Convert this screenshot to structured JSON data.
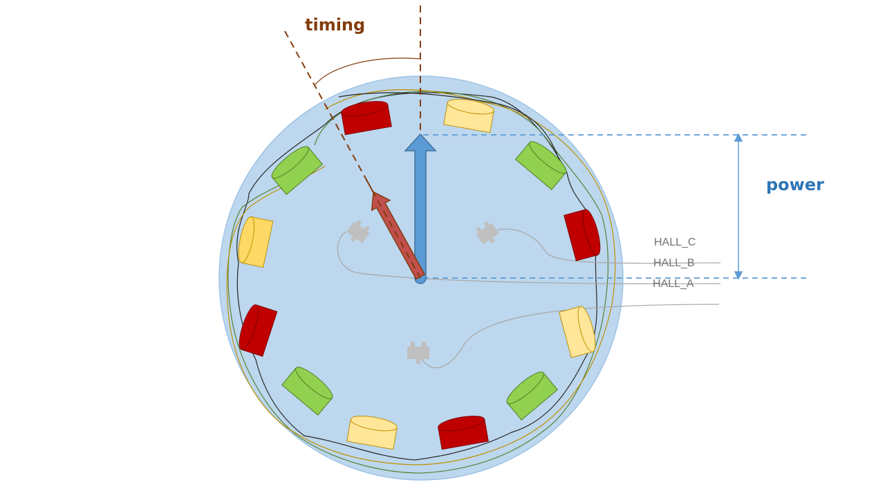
{
  "labels": {
    "timing": "timing",
    "power": "power",
    "hall_c": "HALL_C",
    "hall_b": "HALL_B",
    "hall_a": "HALL_A"
  },
  "colors": {
    "stator_fill": "#bdd7ee",
    "stator_edge": "#9dc3e6",
    "timing_color": "#843c0c",
    "power_color": "#2e75b6",
    "power_arrow": "#5b9bd5",
    "power_arrow_edge": "#41719c",
    "timing_arrow": "#c0504d",
    "timing_arrow_edge": "#843c0c",
    "hall_text": "#767171",
    "sensor": "#bfbfbf",
    "coil_red": "#c00000",
    "coil_red_dark": "#7f0000",
    "coil_green": "#92d050",
    "coil_green_dark": "#4e7f23",
    "coil_yellow": "#ffe699",
    "coil_yellow_deep": "#ffd966",
    "coil_yellow_edge": "#bf9000",
    "wire_black": "#262626",
    "wire_green": "#548235",
    "wire_gold": "#bf9000",
    "wire_gray": "#a6a6a6"
  },
  "icons": [
    "coil-red",
    "coil-green",
    "coil-yellow",
    "hall-sensor"
  ]
}
